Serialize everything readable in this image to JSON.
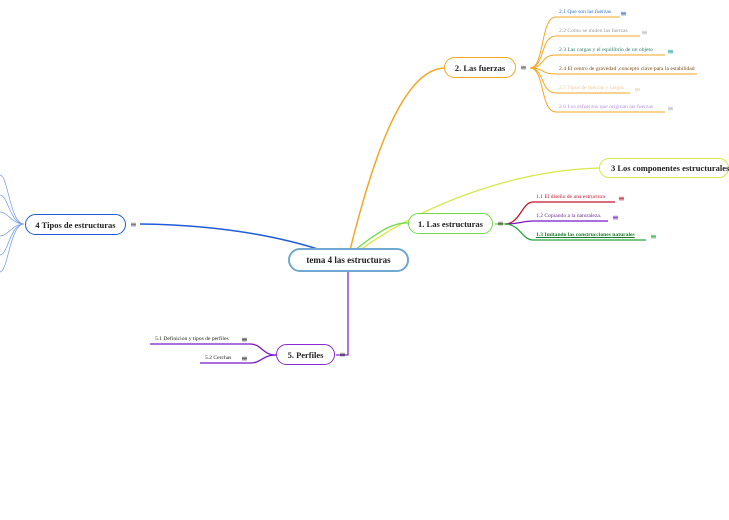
{
  "central": {
    "label": "tema 4 las estructuras"
  },
  "branches": {
    "fuerzas": {
      "label": "2. Las fuerzas",
      "items": [
        "2.1 Que son las fuerzas",
        "2.2 Como se miden las fuerzas",
        "2.3 Las cargas y el equilibrio de un objeto",
        "2.4  El centro de gravedad ,concepto clave para la estabilidad",
        "2.5 Tipos de fuerzas y cargas",
        "2.6 Los esfuerzos que originan las fuerzas"
      ]
    },
    "componentes": {
      "label": "3 Los componentes estructurales"
    },
    "estructuras": {
      "label": "1. Las estructuras",
      "items": [
        "1.1 El diseño de una estructura",
        "1.2 Copiando a la naturaleza.",
        "1.3 Imitando las construcciones naturales"
      ]
    },
    "tipos": {
      "label": "4 Tipos de estructuras"
    },
    "perfiles": {
      "label": "5. Perfiles",
      "items": [
        "5.1 Definicion y tipos de perfiles",
        "5.2 Cerchas"
      ]
    }
  },
  "icons": {
    "menu": "≡"
  },
  "colors": {
    "central": "#6fa8d0",
    "fuerzas": "#f5a623",
    "componentes": "#d8e84a",
    "estructuras": "#6fd94a",
    "tipos": "#1f5cd6",
    "perfiles": "#8a2bd0",
    "red_item": "#c0152a",
    "blue_item": "#2f6fd0",
    "teal_item": "#2a9fa0",
    "green_item": "#25a83a",
    "purple_item": "#7a18c8"
  }
}
